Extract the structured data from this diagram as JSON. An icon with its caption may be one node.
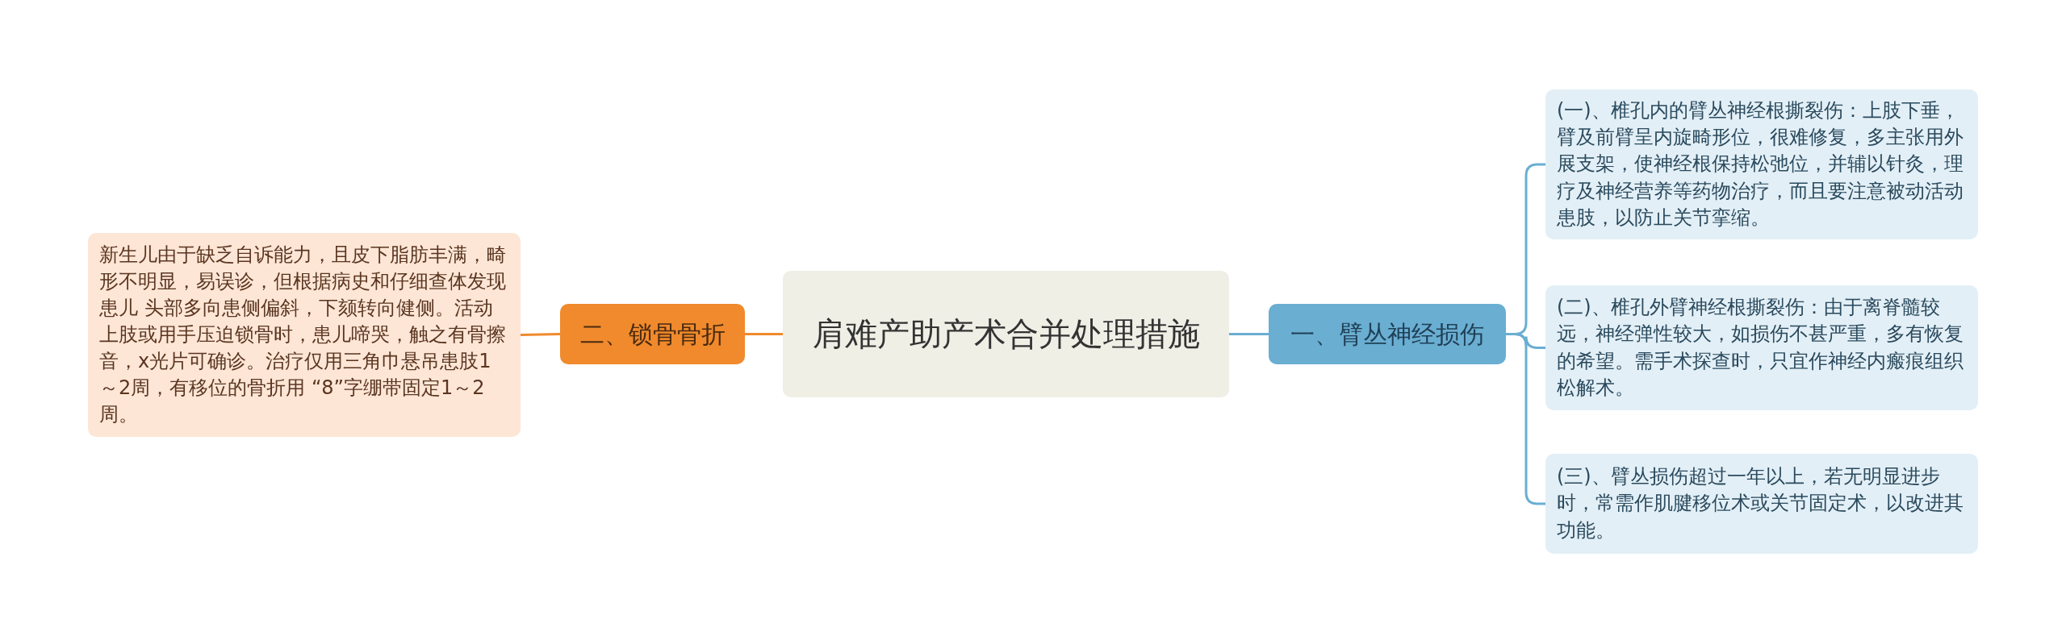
{
  "diagram": {
    "nodes": [
      {
        "text": [
          "肩难产助产术合并处理措施"
        ]
      },
      {
        "text": [
          "一、臂丛神经损伤"
        ]
      },
      {
        "text": [
          "(一)、椎孔内的臂丛神经根撕裂伤：上肢下垂，臂及前臂呈内旋畸形位，很难修复，多主张用外展支架，使神经根保持松弛位，并辅以针灸，理疗及神经营养等药物治疗，而且要注意被动活动患肢，以防止关节挛缩。"
        ]
      },
      {
        "text": [
          "(二)、椎孔外臂神经根撕裂伤：由于离脊髓较远，神经弹性较大，如损伤不甚严重，多有恢复的希望。需手术探查时，只宜作神经内瘢痕组织松解术。"
        ]
      },
      {
        "text": [
          "(三)、臂丛损伤超过一年以上，若无明显进步时，常需作肌腱移位术或关节固定术，以改进其功能。"
        ]
      },
      {
        "text": [
          "二、锁骨骨折"
        ]
      },
      {
        "text": [
          "新生儿由于缺乏自诉能力，且皮下脂肪丰满，畸形不明显，易误诊，但根据病史和仔细查体发现患儿 头部多向患侧偏斜，下颏转向健侧。活动上肢或用手压迫锁骨时，患儿啼哭，触之有骨擦音，x光片可确诊。治疗仅用三角巾悬吊患肢1～2周，有移位的骨折用 “8”字绷带固定1～2周。"
        ]
      }
    ],
    "edges": [
      {
        "from": 0,
        "to": 1,
        "arrow": "none"
      },
      {
        "from": 1,
        "to": 2,
        "arrow": "none"
      },
      {
        "from": 1,
        "to": 3,
        "arrow": "none"
      },
      {
        "from": 1,
        "to": 4,
        "arrow": "none"
      },
      {
        "from": 0,
        "to": 5,
        "arrow": "none",
        "color": "#f08a2c"
      },
      {
        "from": 5,
        "to": 6,
        "arrow": "none",
        "color": "#f08a2c"
      }
    ]
  }
}
